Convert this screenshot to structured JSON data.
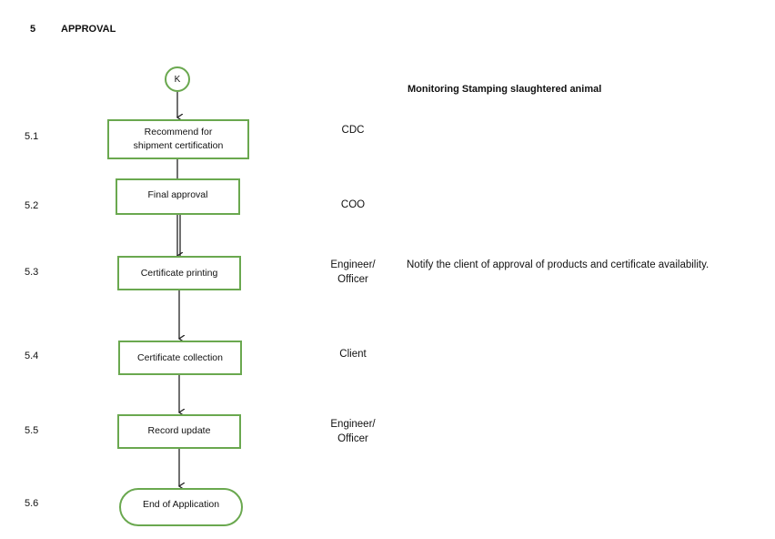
{
  "section": {
    "number": "5",
    "title": "APPROVAL"
  },
  "start_connector": {
    "label": "K"
  },
  "heading_right": "Monitoring  Stamping slaughtered animal",
  "steps": [
    {
      "num": "5.1",
      "label_line1": "Recommend for",
      "label_line2": "shipment certification",
      "role_line1": "CDC",
      "role_line2": ""
    },
    {
      "num": "5.2",
      "label_line1": "Final approval",
      "label_line2": "",
      "role_line1": "COO",
      "role_line2": ""
    },
    {
      "num": "5.3",
      "label_line1": "Certificate printing",
      "label_line2": "",
      "role_line1": "Engineer/",
      "role_line2": "Officer"
    },
    {
      "num": "5.4",
      "label_line1": "Certificate collection",
      "label_line2": "",
      "role_line1": "Client",
      "role_line2": ""
    },
    {
      "num": "5.5",
      "label_line1": "Record update",
      "label_line2": "",
      "role_line1": "Engineer/",
      "role_line2": "Officer"
    },
    {
      "num": "5.6",
      "label_line1": "End of Application",
      "label_line2": "",
      "role_line1": "",
      "role_line2": ""
    }
  ],
  "notes": {
    "step_5_3": "Notify the client of approval of products and certificate availability."
  },
  "colors": {
    "box_border": "#6aa84f",
    "arrow": "#222222"
  }
}
